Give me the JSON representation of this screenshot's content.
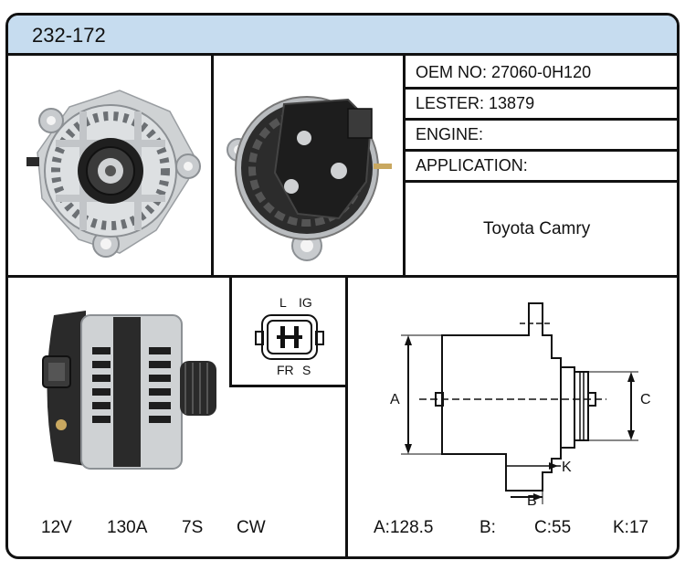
{
  "header": {
    "part_number": "232-172"
  },
  "info": {
    "oem": "OEM NO: 27060-0H120",
    "lester": "LESTER: 13879",
    "engine": "ENGINE:",
    "application": "APPLICATION:",
    "application_value": "Toyota Camry"
  },
  "connector": {
    "top_left": "L",
    "top_right": "IG",
    "bottom_left": "FR",
    "bottom_right": "S"
  },
  "specs": {
    "voltage": "12V",
    "amperage": "130A",
    "pulley": "7S",
    "rotation": "CW"
  },
  "dimensions": {
    "label_a": "A",
    "label_b": "B",
    "label_c": "C",
    "label_k": "K",
    "a": "A:128.5",
    "b": "B:",
    "c": "C:55",
    "k": "K:17"
  },
  "colors": {
    "header_bg": "#c6dcef",
    "border": "#111111",
    "metal": "#d9dcde",
    "dark": "#2a2a2a"
  }
}
